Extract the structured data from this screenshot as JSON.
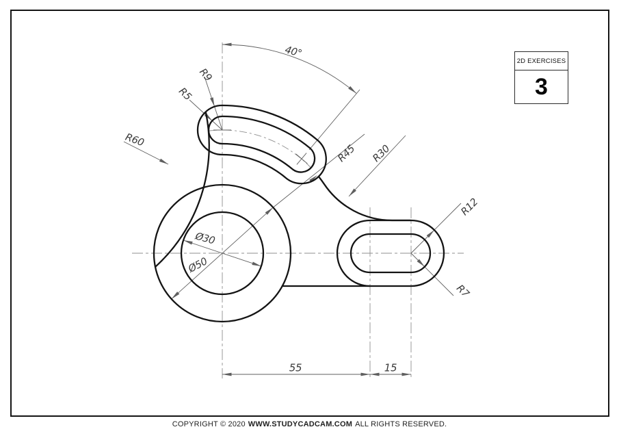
{
  "title_block": {
    "series_label": "2D EXERCISES",
    "exercise_number": "3"
  },
  "footer": {
    "prefix": "COPYRIGHT © 2020",
    "website": "WWW.STUDYCADCAM.COM",
    "suffix": "ALL RIGHTS RESERVED."
  },
  "dimensions": {
    "angle": "40°",
    "r5": "R5",
    "r9": "R9",
    "r60": "R60",
    "r45": "R45",
    "r30": "R30",
    "r12": "R12",
    "r7": "R7",
    "dia30": "Ø30",
    "dia50": "Ø50",
    "len55": "55",
    "len15": "15"
  },
  "colors": {
    "outline": "#141414",
    "thin": "#5f5f5f",
    "center": "#8f8f8f",
    "text": "#3a3a3a"
  }
}
